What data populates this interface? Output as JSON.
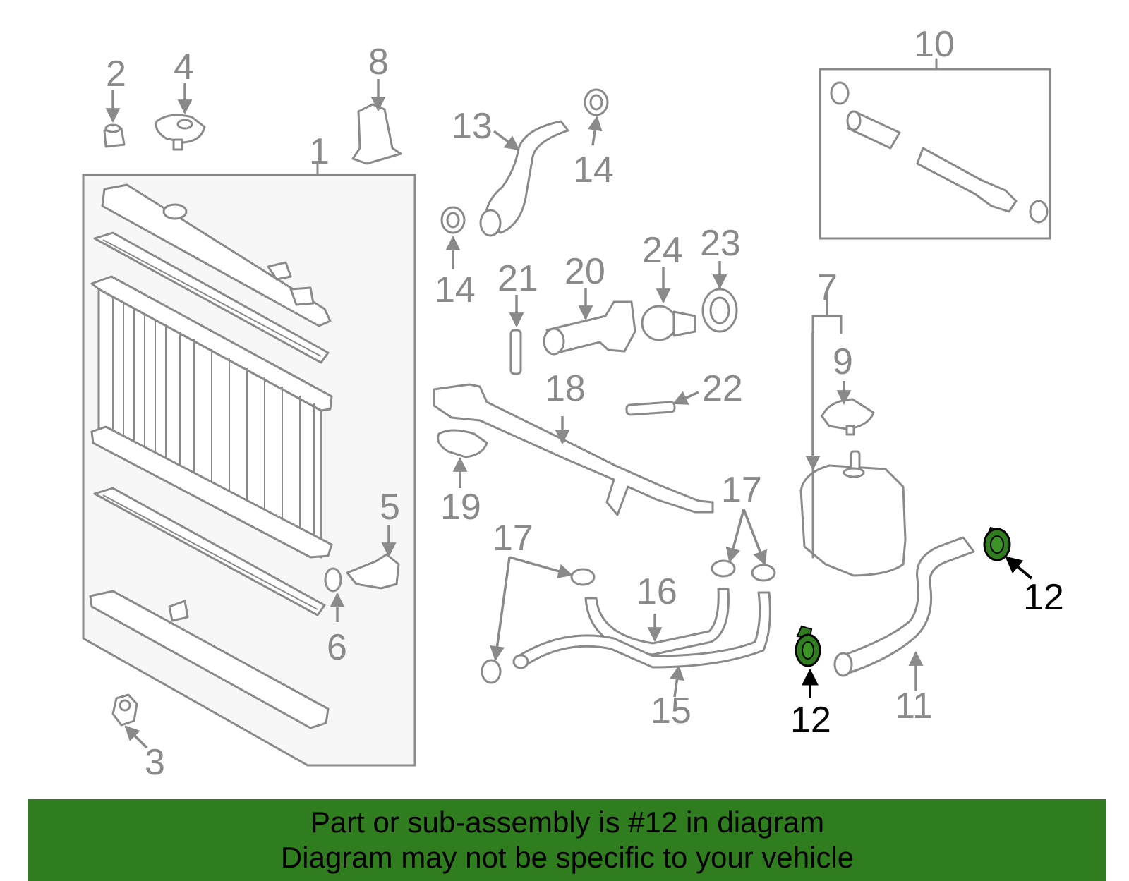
{
  "callouts": {
    "c1": "1",
    "c2": "2",
    "c3": "3",
    "c4": "4",
    "c5": "5",
    "c6": "6",
    "c7": "7",
    "c8": "8",
    "c9": "9",
    "c10": "10",
    "c11": "11",
    "c12": "12",
    "c13": "13",
    "c14": "14",
    "c15": "15",
    "c16": "16",
    "c17": "17",
    "c18": "18",
    "c19": "19",
    "c20": "20",
    "c21": "21",
    "c22": "22",
    "c23": "23",
    "c24": "24"
  },
  "highlight": {
    "part_number": "12",
    "color": "#2f7d1e"
  },
  "colors": {
    "line": "#8a8a8a",
    "radiator_bg": "#f7f7f7",
    "banner": "#2f7d1e"
  },
  "banner": {
    "line1": "Part or sub-assembly is #12 in diagram",
    "line2": "Diagram may not be specific to your vehicle"
  }
}
